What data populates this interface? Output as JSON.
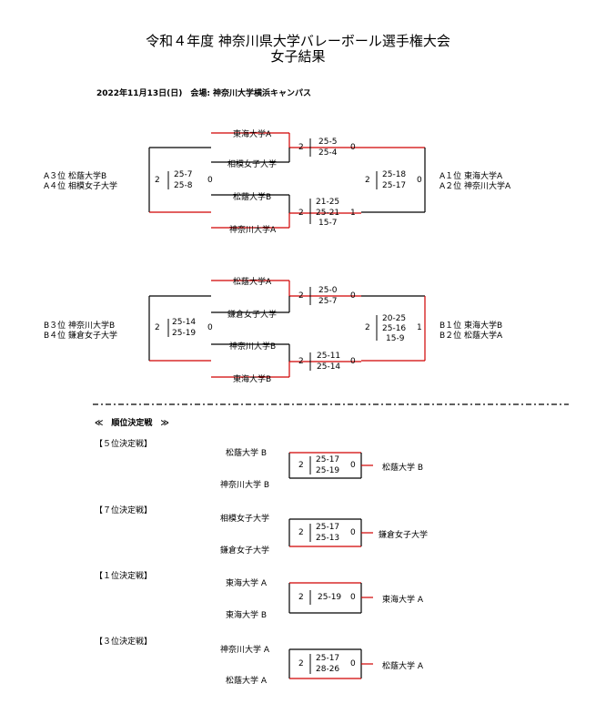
{
  "header": {
    "title": "令和４年度 神奈川県大学バレーボール選手権大会",
    "subtitle": "女子結果",
    "date_venue": "2022年11月13日(日)　会場: 神奈川大学横浜キャンパス"
  },
  "block1": {
    "team1": "東海大学A",
    "team2": "相模女子大学",
    "team3": "松蔭大学B",
    "team4": "神奈川大学A",
    "left_label1": "A３位 松蔭大学B",
    "left_label2": "A４位 相模女子大学",
    "right_label1": "A１位 東海大学A",
    "right_label2": "A２位 神奈川大学A",
    "m1": {
      "l": "2",
      "s1": "25-5",
      "s2": "25-4",
      "r": "0"
    },
    "m2": {
      "l": "2",
      "s1": "21-25",
      "s2": "25-21",
      "s3": "15-7",
      "r": "1"
    },
    "m3": {
      "l": "2",
      "s1": "25-7",
      "s2": "25-8",
      "r": "0"
    },
    "m4": {
      "l": "2",
      "s1": "25-18",
      "s2": "25-17",
      "r": "0"
    }
  },
  "block2": {
    "team1": "松蔭大学A",
    "team2": "鎌倉女子大学",
    "team3": "神奈川大学B",
    "team4": "東海大学B",
    "left_label1": "B３位 神奈川大学B",
    "left_label2": "B４位 鎌倉女子大学",
    "right_label1": "B１位 東海大学B",
    "right_label2": "B２位 松蔭大学A",
    "m1": {
      "l": "2",
      "s1": "25-0",
      "s2": "25-7",
      "r": "0"
    },
    "m2": {
      "l": "2",
      "s1": "25-11",
      "s2": "25-14",
      "r": "0"
    },
    "m3": {
      "l": "2",
      "s1": "25-14",
      "s2": "25-19",
      "r": "0"
    },
    "m4": {
      "l": "2",
      "s1": "20-25",
      "s2": "25-16",
      "s3": "15-9",
      "r": "1"
    }
  },
  "ranking": {
    "heading": "≪　順位決定戦　≫",
    "p5": {
      "label": "【５位決定戦】",
      "t1": "松蔭大学 B",
      "t2": "神奈川大学 B",
      "l": "2",
      "s1": "25-17",
      "s2": "25-19",
      "r": "0",
      "winner": "松蔭大学 B"
    },
    "p7": {
      "label": "【７位決定戦】",
      "t1": "相模女子大学",
      "t2": "鎌倉女子大学",
      "l": "2",
      "s1": "25-17",
      "s2": "25-13",
      "r": "0",
      "winner": "鎌倉女子大学"
    },
    "p1": {
      "label": "【１位決定戦】",
      "t1": "東海大学 A",
      "t2": "東海大学 B",
      "l": "2",
      "s1": "25-19",
      "r": "0",
      "winner": "東海大学 A"
    },
    "p3": {
      "label": "【３位決定戦】",
      "t1": "神奈川大学 A",
      "t2": "松蔭大学 A",
      "l": "2",
      "s1": "25-17",
      "s2": "28-26",
      "r": "0",
      "winner": "松蔭大学 A"
    }
  },
  "colors": {
    "winner_line": "#d00000",
    "line": "#000000"
  }
}
